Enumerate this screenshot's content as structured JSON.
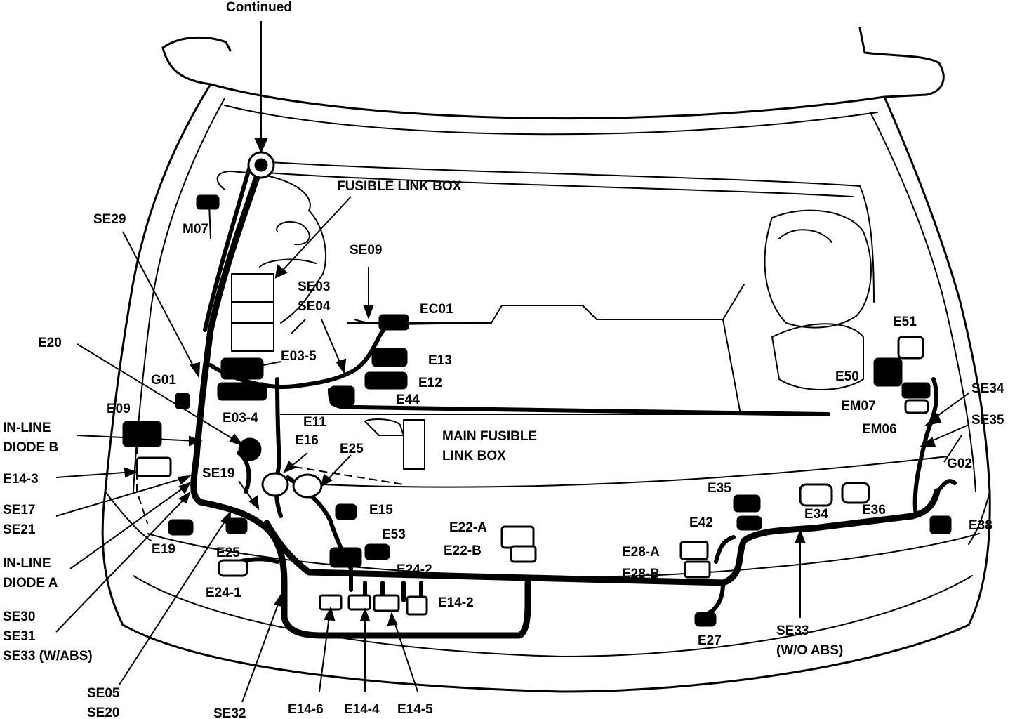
{
  "labels": {
    "continued": "Continued",
    "fusible_link_box": "FUSIBLE LINK BOX",
    "se29": "SE29",
    "m07": "M07",
    "se09": "SE09",
    "se03": "SE03",
    "se04": "SE04",
    "ec01": "EC01",
    "e20": "E20",
    "e03_5": "E03-5",
    "e13": "E13",
    "g01": "G01",
    "e12": "E12",
    "e44": "E44",
    "e09": "E09",
    "e03_4": "E03-4",
    "e11": "E11",
    "inline_diode_b_1": "IN-LINE",
    "inline_diode_b_2": "DIODE B",
    "e16": "E16",
    "e25_top": "E25",
    "main_fusible_1": "MAIN FUSIBLE",
    "main_fusible_2": "LINK BOX",
    "e14_3": "E14-3",
    "se19": "SE19",
    "se17": "SE17",
    "se21": "SE21",
    "e15": "E15",
    "e53": "E53",
    "e22_a": "E22-A",
    "e22_b": "E22-B",
    "e19": "E19",
    "e25_bottom": "E25",
    "inline_diode_a_1": "IN-LINE",
    "inline_diode_a_2": "DIODE A",
    "e24_2": "E24-2",
    "e24_1": "E24-1",
    "e14_2": "E14-2",
    "se30": "SE30",
    "se31": "SE31",
    "se33_wabs": "SE33 (W/ABS)",
    "se05": "SE05",
    "se20": "SE20",
    "se32": "SE32",
    "e14_6": "E14-6",
    "e14_4": "E14-4",
    "e14_5": "E14-5",
    "e51": "E51",
    "e50": "E50",
    "se34": "SE34",
    "em07": "EM07",
    "se35": "SE35",
    "em06": "EM06",
    "g02": "G02",
    "e35": "E35",
    "e36": "E36",
    "e34": "E34",
    "e42": "E42",
    "e38": "E38",
    "e28_a": "E28-A",
    "e28_b": "E28-B",
    "e27": "E27",
    "se33_woabs_1": "SE33",
    "se33_woabs_2": "(W/O ABS)"
  }
}
